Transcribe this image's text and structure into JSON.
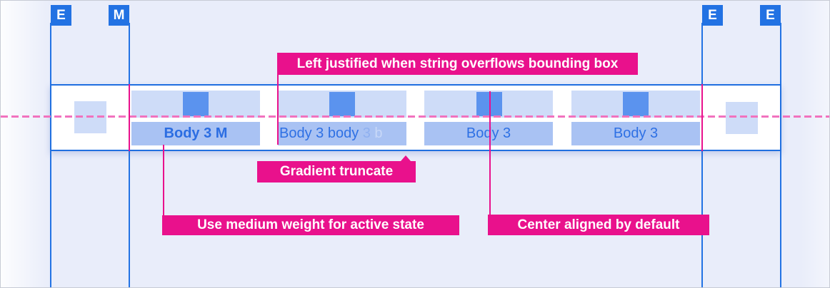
{
  "markers": [
    {
      "label": "E"
    },
    {
      "label": "M"
    },
    {
      "label": "E"
    },
    {
      "label": "E"
    }
  ],
  "tab_bar": {
    "tabs": [
      {
        "label": "Body 3 M",
        "state": "active"
      },
      {
        "parts": [
          "Body 3 body ",
          "3",
          " b"
        ],
        "state": "overflow-truncated"
      },
      {
        "label": "Body 3",
        "state": "default"
      },
      {
        "label": "Body 3",
        "state": "default"
      }
    ]
  },
  "annotations": {
    "left_justified": "Left justified when string overflows bounding box",
    "gradient_truncate": "Gradient truncate",
    "medium_weight": "Use medium weight for active state",
    "center_aligned": "Center aligned by default"
  },
  "colors": {
    "background": "#e9edfa",
    "guide_blue": "#2273e4",
    "marker_blue": "#2272e3",
    "bar_border_blue": "#1f6fe0",
    "tab_top_fill": "#cedcf8",
    "tab_label_fill": "#a9c2f3",
    "icon_fill": "#5b93ee",
    "tab_text_blue": "#2e70e4",
    "annotation_magenta": "#e9118c",
    "dashed_pink": "#f172be"
  }
}
